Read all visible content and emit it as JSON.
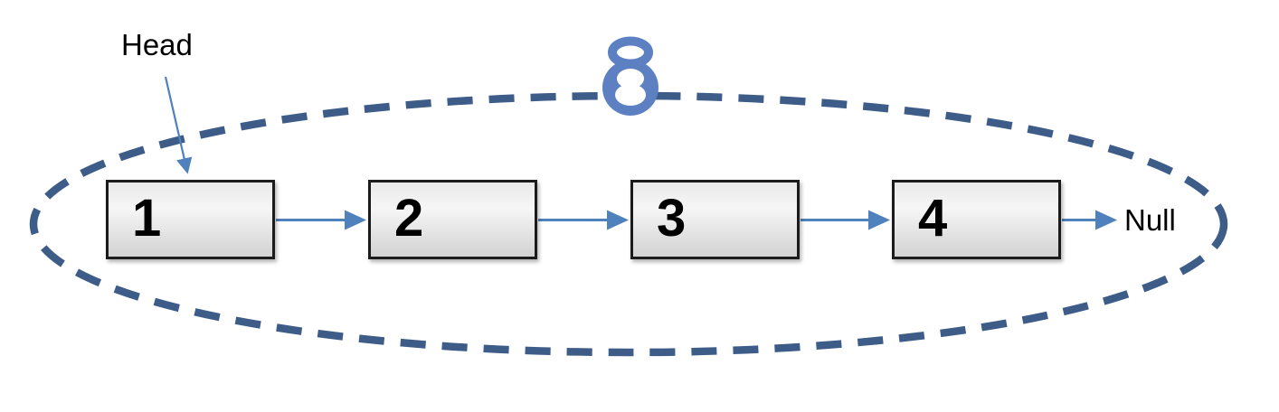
{
  "diagram": {
    "title_semantics": "singly linked list inside dashed ellipse",
    "head_label": "Head",
    "null_label": "Null",
    "nodes": [
      {
        "value": "1"
      },
      {
        "value": "2"
      },
      {
        "value": "3"
      },
      {
        "value": "4"
      }
    ],
    "icons": {
      "top_center": "kettlebell-icon"
    },
    "colors": {
      "arrow": "#4F81BD",
      "ellipse_dash": "#3D5C88",
      "kettlebell": "#5C80C1",
      "text": "#000000"
    }
  }
}
